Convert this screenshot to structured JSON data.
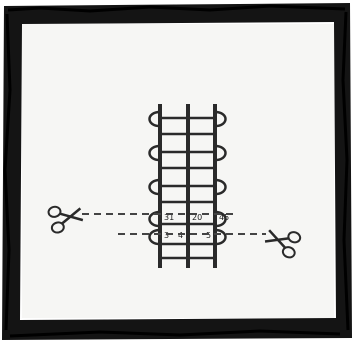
{
  "colors": {
    "frame": "#141414",
    "paper": "#f6f6f4",
    "ink": "#2a2a2a",
    "dash": "#444444"
  },
  "icons": {
    "left_cut": "scissors-icon",
    "right_cut": "scissors-icon"
  },
  "inline_marks": [
    "31",
    "20",
    "45",
    "3",
    "4",
    "5"
  ]
}
